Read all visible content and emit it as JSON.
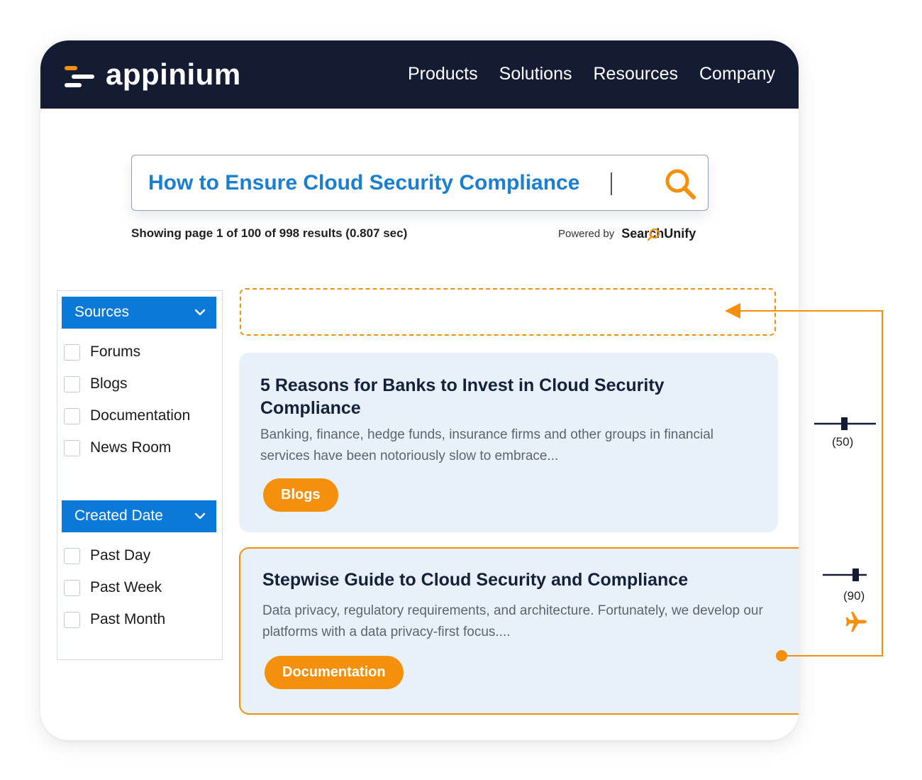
{
  "colors": {
    "navbar_bg": "#141c33",
    "primary_blue": "#0b79d8",
    "search_text_blue": "#1a7fd1",
    "accent_orange": "#f5900c",
    "card_bg": "#e8f1f9"
  },
  "brand": {
    "name": "appinium",
    "logo_icon": "appinium-logo-icon"
  },
  "nav": {
    "items": [
      "Products",
      "Solutions",
      "Resources",
      "Company"
    ]
  },
  "search": {
    "query": "How to Ensure Cloud Security Compliance",
    "icon": "search-icon"
  },
  "results_info": "Showing page 1 of 100 of 998 results (0.807 sec)",
  "powered_by": {
    "label": "Powered by",
    "brand": "SearchUnify"
  },
  "filters": {
    "sources": {
      "title": "Sources",
      "options": [
        "Forums",
        "Blogs",
        "Documentation",
        "News Room"
      ]
    },
    "created_date": {
      "title": "Created Date",
      "options": [
        "Past Day",
        "Past Week",
        "Past Month"
      ]
    }
  },
  "results": [
    {
      "title": "5 Reasons for Banks to Invest in Cloud Security Compliance",
      "snippet": "Banking, finance, hedge funds, insurance firms and other groups in financial services have been notoriously slow to embrace...",
      "tag": "Blogs",
      "weight": "(50)"
    },
    {
      "title": "Stepwise Guide to Cloud Security and Compliance",
      "snippet": "Data privacy, regulatory requirements, and architecture. Fortunately, we develop our platforms with a data privacy-first focus....",
      "tag": "Documentation",
      "weight": "(90)"
    }
  ],
  "annotation": {
    "boost_icon": "airplane-icon"
  }
}
